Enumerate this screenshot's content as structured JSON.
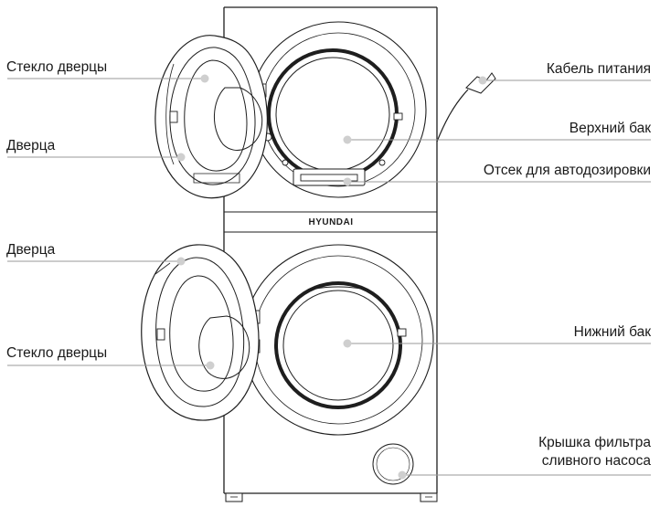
{
  "brand": "HYUNDAI",
  "labels": {
    "upper_glass": "Стекло дверцы",
    "upper_door": "Дверца",
    "lower_door": "Дверца",
    "lower_glass": "Стекло дверцы",
    "power_cable": "Кабель питания",
    "upper_tank": "Верхний бак",
    "dispenser": "Отсек для автодозировки",
    "lower_tank": "Нижний бак",
    "filter_cover_line1": "Крышка фильтра",
    "filter_cover_line2": "сливного насоса"
  }
}
